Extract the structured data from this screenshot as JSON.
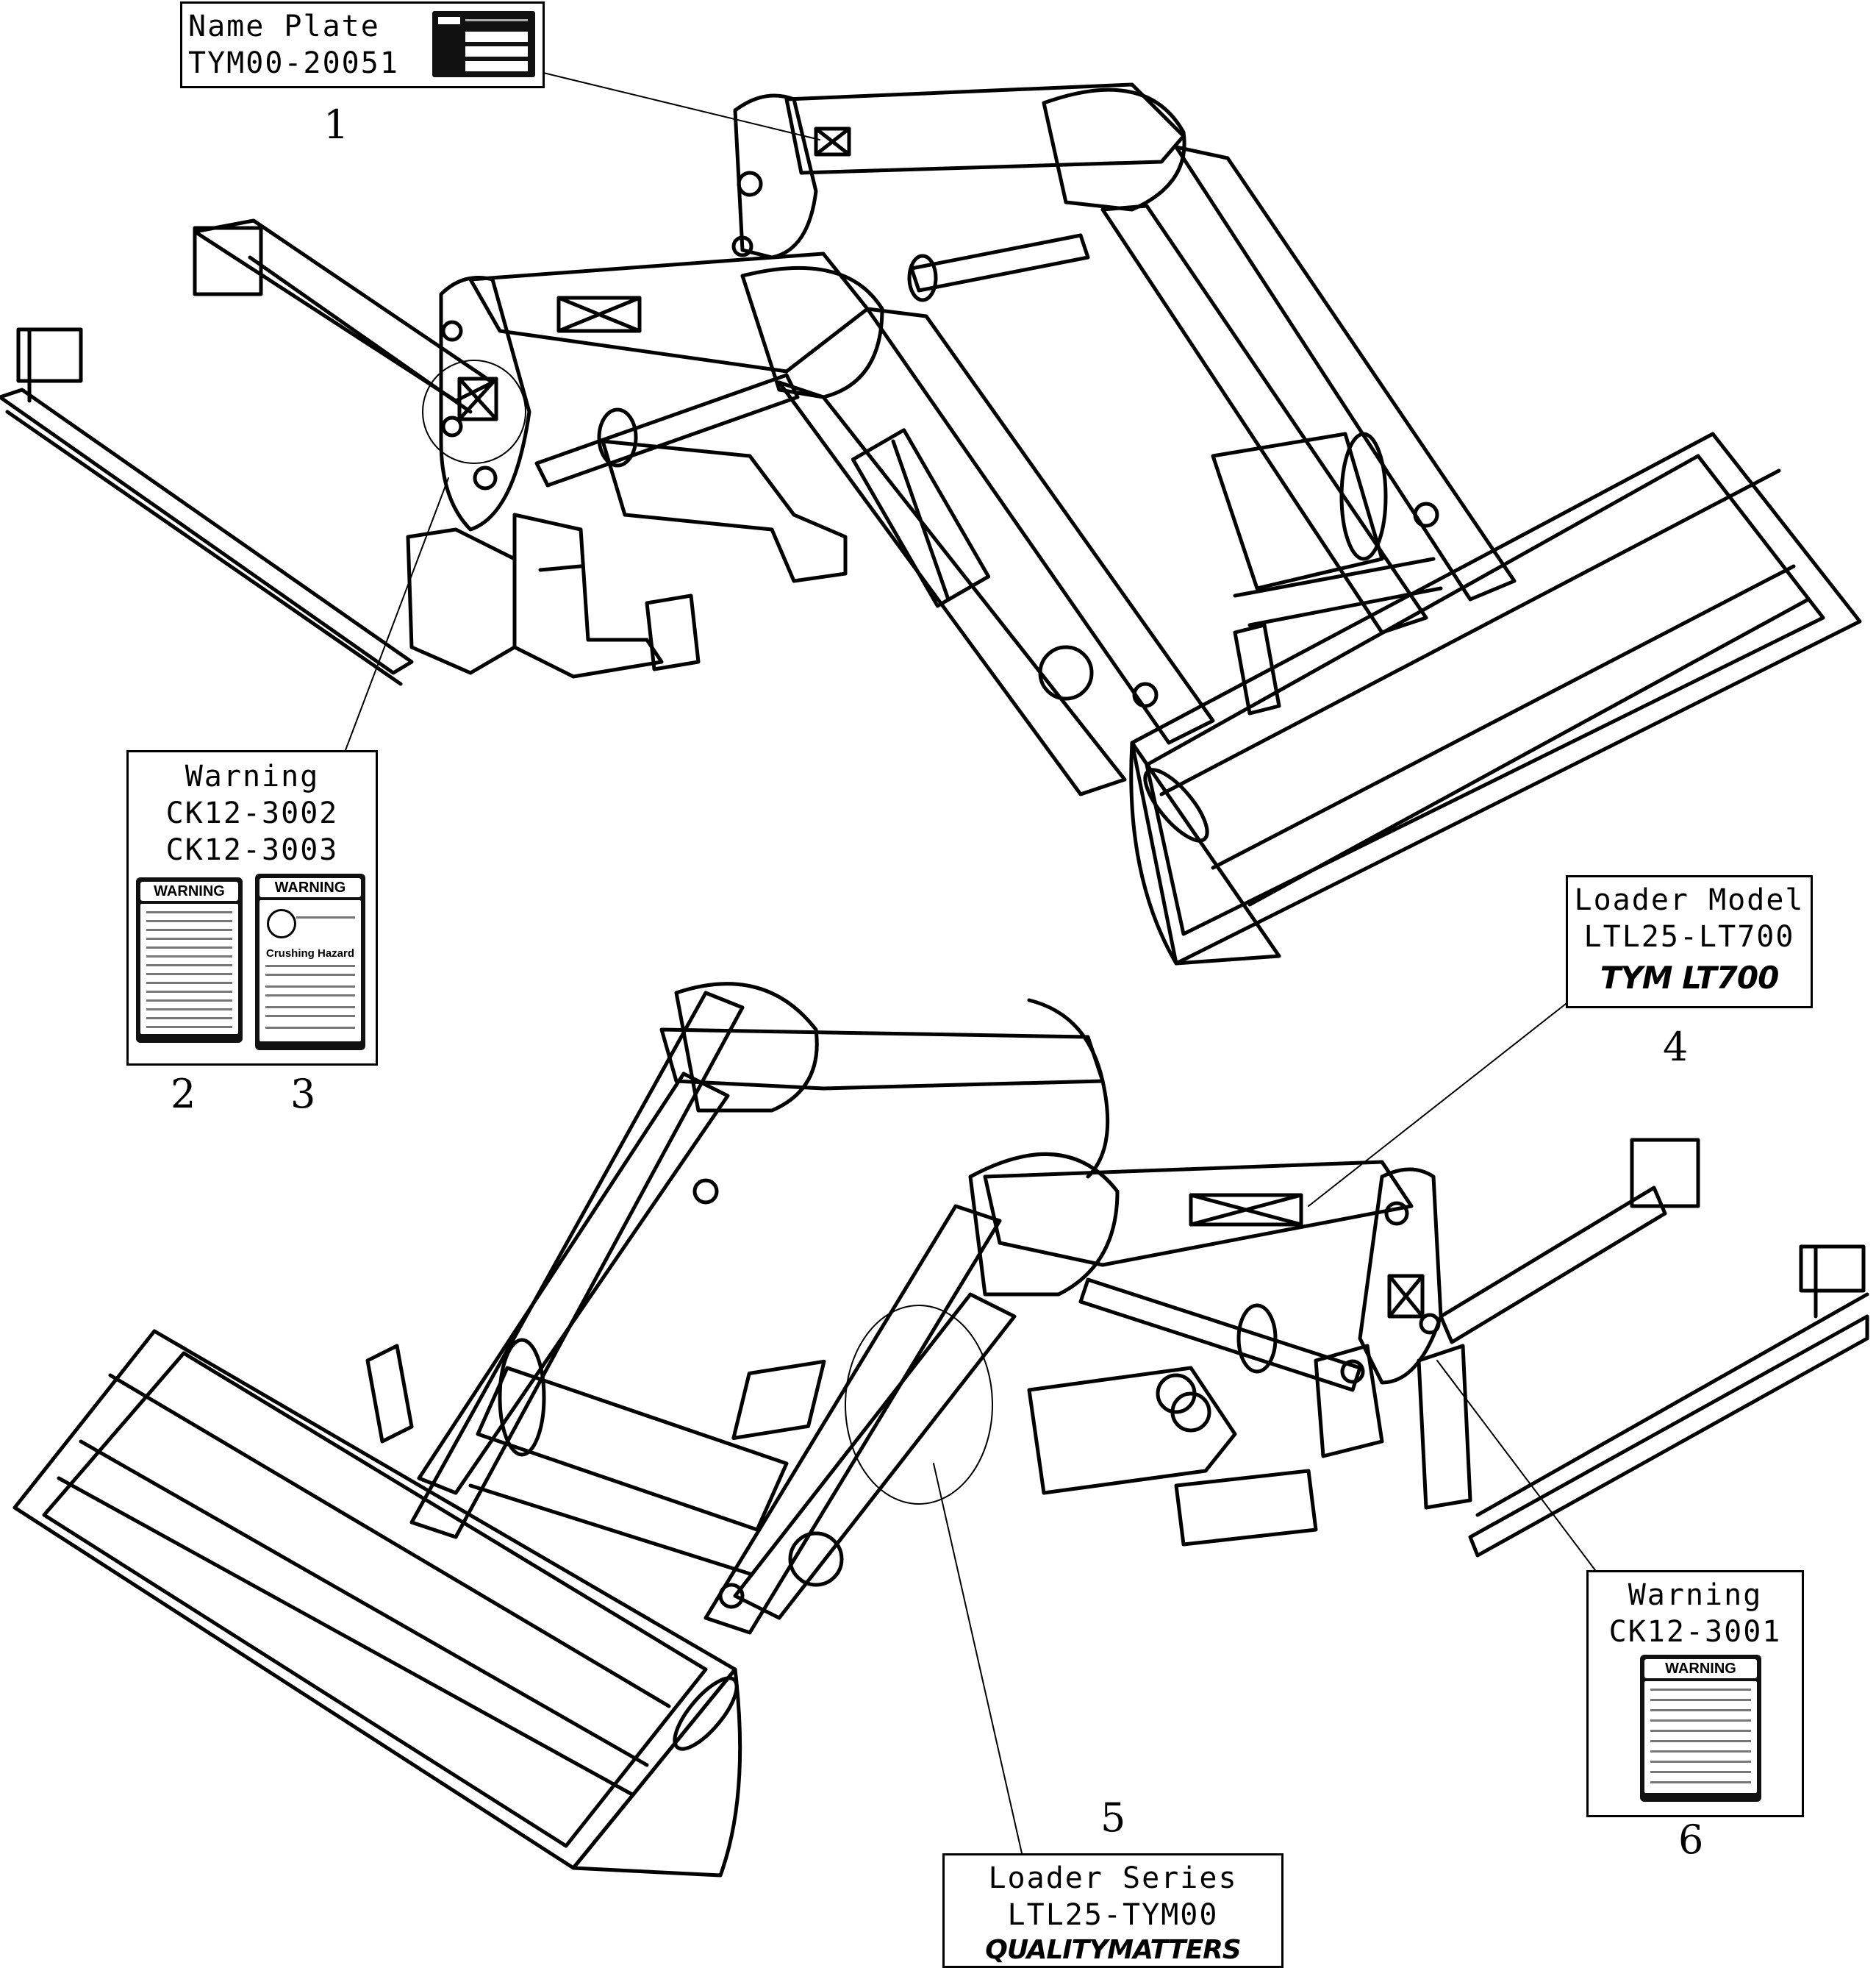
{
  "labels": {
    "nameplate": {
      "title": "Name Plate",
      "part": "TYM00-20051",
      "number": "1"
    },
    "warning_left": {
      "title": "Warning",
      "part_a": "CK12-3002",
      "part_b": "CK12-3003",
      "number_a": "2",
      "number_b": "3",
      "decal_a_header": "WARNING",
      "decal_b_header": "WARNING",
      "decal_b_subtitle": "Crushing Hazard"
    },
    "loader_model": {
      "title": "Loader Model",
      "part": "LTL25-LT700",
      "logo": "TYM LT700",
      "number": "4"
    },
    "loader_series": {
      "title": "Loader Series",
      "part": "LTL25-TYM00",
      "logo": "QUALITYMATTERS",
      "number": "5"
    },
    "warning_right": {
      "title": "Warning",
      "part": "CK12-3001",
      "number": "6",
      "decal_header": "WARNING"
    }
  },
  "colors": {
    "ink": "#000000",
    "paper": "#ffffff",
    "decal": "#111111"
  }
}
